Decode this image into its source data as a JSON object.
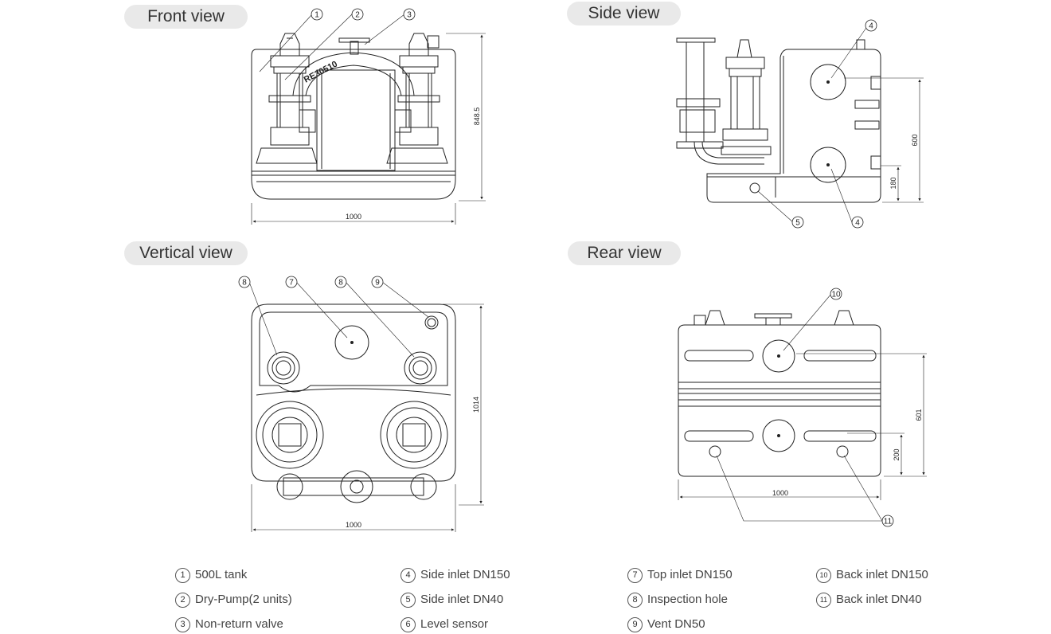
{
  "views": {
    "front": "Front view",
    "side": "Side view",
    "vertical": "Vertical view",
    "rear": "Rear view"
  },
  "dimensions": {
    "front_width": "1000",
    "front_height": "848.5",
    "side_height": "600",
    "side_lower": "180",
    "vertical_width": "1000",
    "vertical_depth": "1014",
    "rear_width": "1000",
    "rear_height": "601",
    "rear_lower": "200"
  },
  "tank_marking": "RE30510",
  "legend": [
    {
      "num": "1",
      "label": "500L tank"
    },
    {
      "num": "2",
      "label": "Dry-Pump(2 units)"
    },
    {
      "num": "3",
      "label": "Non-return valve"
    },
    {
      "num": "4",
      "label": "Side inlet DN150"
    },
    {
      "num": "5",
      "label": "Side inlet DN40"
    },
    {
      "num": "6",
      "label": "Level sensor"
    },
    {
      "num": "7",
      "label": "Top inlet DN150"
    },
    {
      "num": "8",
      "label": "Inspection hole"
    },
    {
      "num": "9",
      "label": "Vent DN50"
    },
    {
      "num": "10",
      "label": "Back inlet DN150"
    },
    {
      "num": "11",
      "label": "Back inlet DN40"
    }
  ]
}
